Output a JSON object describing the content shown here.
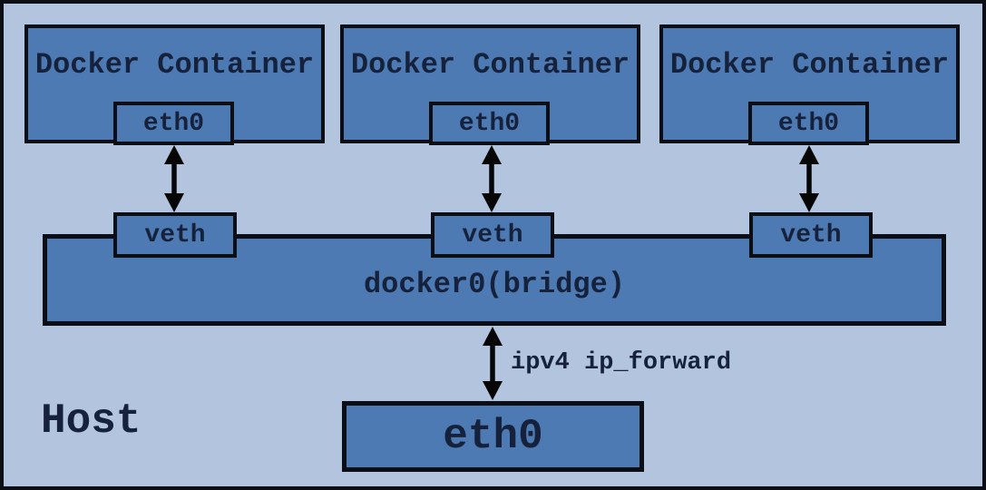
{
  "diagram": {
    "host_label": "Host",
    "containers": [
      {
        "label": "Docker Container",
        "iface_label": "eth0",
        "veth_label": "veth"
      },
      {
        "label": "Docker Container",
        "iface_label": "eth0",
        "veth_label": "veth"
      },
      {
        "label": "Docker Container",
        "iface_label": "eth0",
        "veth_label": "veth"
      }
    ],
    "bridge_label": "docker0(bridge)",
    "forward_label": "ipv4 ip_forward",
    "host_iface_label": "eth0"
  },
  "colors": {
    "background": "#b3c5de",
    "box_fill": "#4d7ab2",
    "border": "#0b0e14",
    "text": "#16223c",
    "arrow": "#060606"
  }
}
